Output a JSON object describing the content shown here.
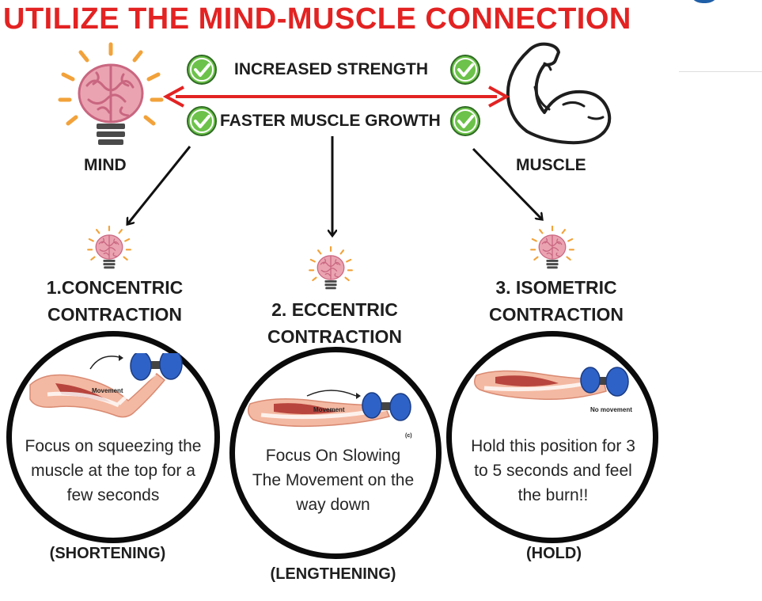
{
  "title": "UTILIZE THE MIND-MUSCLE CONNECTION",
  "benefits": [
    "INCREASED STRENGTH",
    "FASTER MUSCLE GROWTH"
  ],
  "labels": {
    "mind": "MIND",
    "muscle": "MUSCLE"
  },
  "contractions": [
    {
      "heading_line1": "1.CONCENTRIC",
      "heading_line2": "CONTRACTION",
      "arm_label": "Movement",
      "description": "Focus on squeezing the muscle at the top for a few seconds",
      "tag": "(SHORTENING)"
    },
    {
      "heading_line1": "2. ECCENTRIC",
      "heading_line2": "CONTRACTION",
      "arm_label": "Movement",
      "figure_mark": "(c)",
      "description": "Focus On Slowing The Movement on the way down",
      "tag": "(LENGTHENING)"
    },
    {
      "heading_line1": "3. ISOMETRIC",
      "heading_line2": "CONTRACTION",
      "arm_label": "No movement",
      "description": "Hold this position for 3 to 5 seconds and feel the burn!!",
      "tag": "(HOLD)"
    }
  ],
  "colors": {
    "title": "#e32222",
    "arrow": "#e32222",
    "check": "#6cc24a",
    "brain": "#e88a9e",
    "bulb_rays": "#f2a23a",
    "dumbbell": "#2f62c6",
    "muscle": "#b8453e",
    "skin": "#f4b9a2"
  },
  "icons": [
    "brain-bulb-icon",
    "flexed-arm-icon",
    "check-icon",
    "dumbbell-icon"
  ]
}
